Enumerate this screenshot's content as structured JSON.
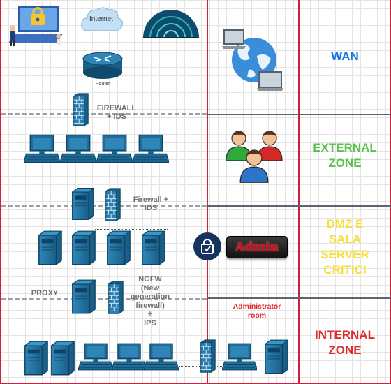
{
  "diagram": {
    "internet_label": "Internet",
    "router_label": "Router",
    "firewall_ids_top": [
      "FIREWALL",
      "+ IDS"
    ],
    "firewall_ids_dmz": [
      "Firewall +",
      "IDS"
    ],
    "ngfw": [
      "NGFW",
      "(New",
      "generation",
      "firewall)",
      "+",
      "IPS"
    ],
    "proxy_label": "PROXY",
    "admin_badge": "Admin",
    "admin_room": [
      "Administrator",
      "room"
    ]
  },
  "zones": [
    {
      "id": "wan",
      "lines": [
        "WAN"
      ],
      "color": "#1a78e0"
    },
    {
      "id": "external",
      "lines": [
        "EXTERNAL",
        "ZONE"
      ],
      "color": "#5cc24f"
    },
    {
      "id": "dmz",
      "lines": [
        "DMZ E",
        "SALA",
        "SERVER",
        "CRITICI"
      ],
      "color": "#f5df3c"
    },
    {
      "id": "internal",
      "lines": [
        "INTERNAL",
        "ZONE"
      ],
      "color": "#e02a2a"
    }
  ],
  "colors": {
    "border_red": "#cf1f3a",
    "divider": "#5d6470",
    "device_blue": "#1e6d98",
    "admin_red": "#c8101e"
  }
}
